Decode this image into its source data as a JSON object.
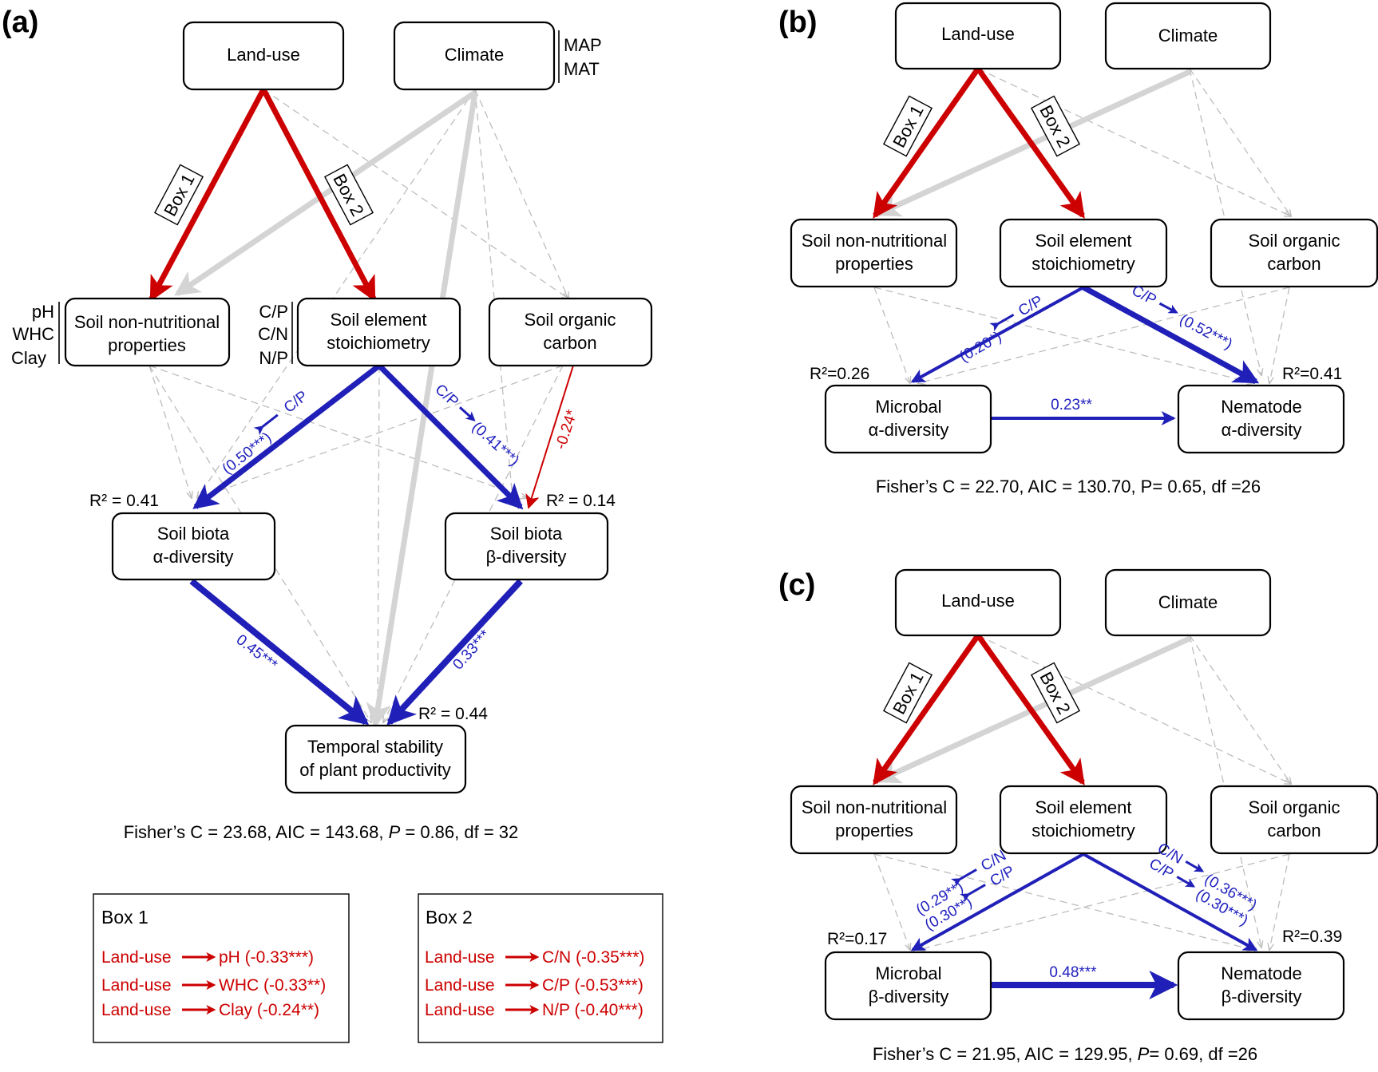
{
  "panel_a": {
    "tag": "(a)",
    "nodes": {
      "land_use": "Land-use",
      "climate": "Climate",
      "soil_non_nutritional": [
        "Soil non-nutritional",
        "properties"
      ],
      "soil_element": [
        "Soil element",
        "stoichiometry"
      ],
      "soil_organic_carbon": [
        "Soil organic",
        "carbon"
      ],
      "alpha": [
        "Soil biota",
        "α-diversity"
      ],
      "beta": [
        "Soil biota",
        "β-diversity"
      ],
      "stability": [
        "Temporal stability",
        "of plant productivity"
      ]
    },
    "climate_vars": [
      "MAP",
      "MAT"
    ],
    "nonnutritional_vars": [
      "pH",
      "WHC",
      "Clay"
    ],
    "element_vars": [
      "C/P",
      "C/N",
      "N/P"
    ],
    "box1_label": "Box 1",
    "box2_label": "Box 2",
    "coefficients": {
      "element_alpha": "(0.50***)",
      "element_alpha_var": "C/P",
      "element_beta": "(0.41***)",
      "element_beta_var": "C/P",
      "soc_beta": "-0.24*",
      "alpha_stability": "0.45***",
      "beta_stability": "0.33***"
    },
    "r2": {
      "alpha": "R² = 0.41",
      "beta": "R² = 0.14",
      "stability": "R² = 0.44"
    },
    "fit": {
      "pre": "Fisher’s C = 23.68, AIC = 143.68, ",
      "p": "P",
      "post": " = 0.86, df = 32"
    },
    "legend_box1": {
      "title": "Box 1",
      "rows": [
        {
          "from": "Land-use",
          "to": "pH (-0.33***)"
        },
        {
          "from": "Land-use",
          "to": "WHC (-0.33**)"
        },
        {
          "from": "Land-use",
          "to": "Clay (-0.24**)"
        }
      ]
    },
    "legend_box2": {
      "title": "Box 2",
      "rows": [
        {
          "from": "Land-use",
          "to": "C/N (-0.35***)"
        },
        {
          "from": "Land-use",
          "to": "C/P (-0.53***)"
        },
        {
          "from": "Land-use",
          "to": "N/P (-0.40***)"
        }
      ]
    }
  },
  "panel_b": {
    "tag": "(b)",
    "nodes": {
      "land_use": "Land-use",
      "climate": "Climate",
      "soil_non_nutritional": [
        "Soil non-nutritional",
        "properties"
      ],
      "soil_element": [
        "Soil element",
        "stoichiometry"
      ],
      "soil_organic_carbon": [
        "Soil organic",
        "carbon"
      ],
      "microbial": [
        "Microbal",
        "α-diversity"
      ],
      "nematode": [
        "Nematode",
        "α-diversity"
      ]
    },
    "box1_label": "Box 1",
    "box2_label": "Box 2",
    "coefficients": {
      "element_microbial": "(0.20*)",
      "element_microbial_var": "C/P",
      "element_nematode": "(0.52***)",
      "element_nematode_var": "C/P",
      "microbial_nematode": "0.23**"
    },
    "r2": {
      "microbial": "R²=0.26",
      "nematode": "R²=0.41"
    },
    "fit": "Fisher’s C = 22.70, AIC = 130.70, P= 0.65, df =26"
  },
  "panel_c": {
    "tag": "(c)",
    "nodes": {
      "land_use": "Land-use",
      "climate": "Climate",
      "soil_non_nutritional": [
        "Soil non-nutritional",
        "properties"
      ],
      "soil_element": [
        "Soil element",
        "stoichiometry"
      ],
      "soil_organic_carbon": [
        "Soil organic",
        "carbon"
      ],
      "microbial": [
        "Microbal",
        "β-diversity"
      ],
      "nematode": [
        "Nematode",
        "β-diversity"
      ]
    },
    "box1_label": "Box 1",
    "box2_label": "Box 2",
    "coefficients": {
      "element_microbial_1": "(0.29**)",
      "element_microbial_1_var": "C/N",
      "element_microbial_2": "(0.30**)",
      "element_microbial_2_var": "C/P",
      "element_nematode_1": "(0.36***)",
      "element_nematode_1_var": "C/N",
      "element_nematode_2": "(0.30***)",
      "element_nematode_2_var": "C/P",
      "microbial_nematode": "0.48***"
    },
    "r2": {
      "microbial": "R²=0.17",
      "nematode": "R²=0.39"
    },
    "fit": {
      "pre": "Fisher’s C = 21.95, AIC = 129.95, ",
      "p": "P",
      "post": "= 0.69, df =26"
    }
  },
  "colors": {
    "land_use_path": "#cc0000",
    "positive_path": "#2020b8",
    "climate_path": "#d4d4d4",
    "nonsignificant_path": "#bdbdbd"
  }
}
